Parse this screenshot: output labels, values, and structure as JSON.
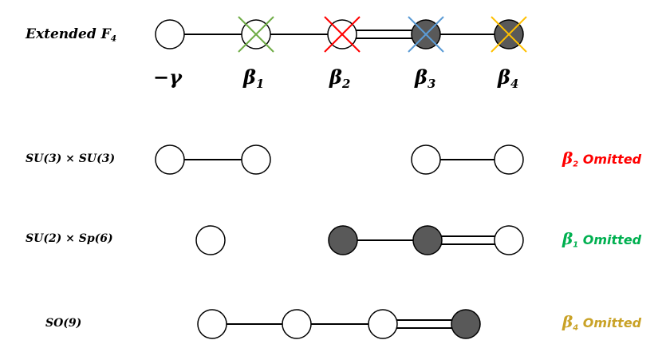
{
  "header": {
    "title": "Extended F",
    "title_sub": "4"
  },
  "roots": [
    {
      "symbol": "−γ",
      "sub": "",
      "node_fill": "white",
      "cross_color": ""
    },
    {
      "symbol": "β",
      "sub": "1",
      "node_fill": "white",
      "cross_color": "#70ad47"
    },
    {
      "symbol": "β",
      "sub": "2",
      "node_fill": "white",
      "cross_color": "#ff0000"
    },
    {
      "symbol": "β",
      "sub": "3",
      "node_fill": "dark",
      "cross_color": "#5b9bd5"
    },
    {
      "symbol": "β",
      "sub": "4",
      "node_fill": "dark",
      "cross_color": "#ffc000"
    }
  ],
  "rows": [
    {
      "label": "SU(3) × SU(3)",
      "omitted": {
        "symbol": "β",
        "sub": "2",
        "text": "Omitted",
        "color": "#ff0000"
      }
    },
    {
      "label": "SU(2) × Sp(6)",
      "omitted": {
        "symbol": "β",
        "sub": "1",
        "text": "Omitted",
        "color": "#00b050"
      }
    },
    {
      "label": "SO(9)",
      "omitted": {
        "symbol": "β",
        "sub": "4",
        "text": "Omitted",
        "color": "#c9a227"
      }
    }
  ],
  "colors": {
    "dark_node": "#595959",
    "line": "#000000"
  }
}
